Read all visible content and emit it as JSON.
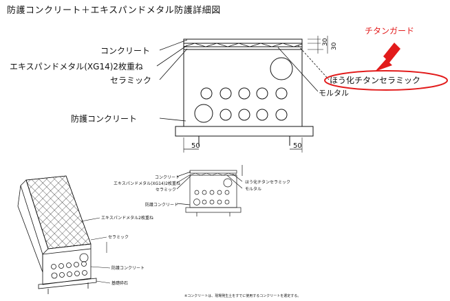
{
  "title": "防護コンクリート＋エキスパンドメタル防護詳細図",
  "main_view": {
    "labels": {
      "concrete": "コンクリート",
      "expand_metal": "エキスパンドメタル(XG14)2枚重ね",
      "ceramic": "セラミック",
      "protective_concrete": "防護コンクリート",
      "titania_ceramic": "ほう化チタンセラミック",
      "mortar": "モルタル"
    },
    "dims": {
      "d1": "50",
      "d2": "50",
      "h1": "30",
      "h2": "30"
    },
    "callout": "チタンガード",
    "accent_color": "#e21b1b"
  },
  "small_view": {
    "labels": {
      "concrete": "コンクリート",
      "expand_metal": "エキスパンドメタル(XG14)2枚重ね",
      "ceramic": "セラミック",
      "titania_ceramic": "ほう化チタンセラミック",
      "mortar": "モルタル",
      "protective_concrete": "防護コンクリート"
    }
  },
  "iso_view": {
    "labels": {
      "expand_metal": "エキスパンドメタル2枚重ね",
      "ceramic": "セラミック",
      "protective_concrete": "防護コンクリート",
      "foundation": "基礎砕石"
    },
    "note": "※コンクリートは、現場発生土をすでに使用するコンクリートを選定する。"
  }
}
